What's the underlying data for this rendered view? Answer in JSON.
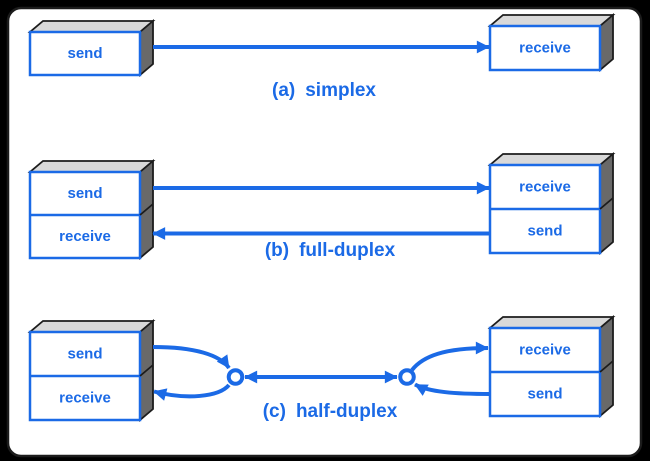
{
  "title": "Data flow transmission modes diagram",
  "colors": {
    "blue": "#1b6ae6",
    "box_top": "#d9d9d9",
    "box_side": "#696969",
    "outline": "#1c1c1c",
    "panel": "#ffffff",
    "background": "#000000"
  },
  "sections": [
    {
      "caption_prefix": "(a)",
      "caption_name": "simplex",
      "left_box_labels": [
        "send"
      ],
      "right_box_labels": [
        "receive"
      ]
    },
    {
      "caption_prefix": "(b)",
      "caption_name": "full-duplex",
      "left_box_labels": [
        "send",
        "receive"
      ],
      "right_box_labels": [
        "receive",
        "send"
      ]
    },
    {
      "caption_prefix": "(c)",
      "caption_name": "half-duplex",
      "left_box_labels": [
        "send",
        "receive"
      ],
      "right_box_labels": [
        "receive",
        "send"
      ]
    }
  ]
}
